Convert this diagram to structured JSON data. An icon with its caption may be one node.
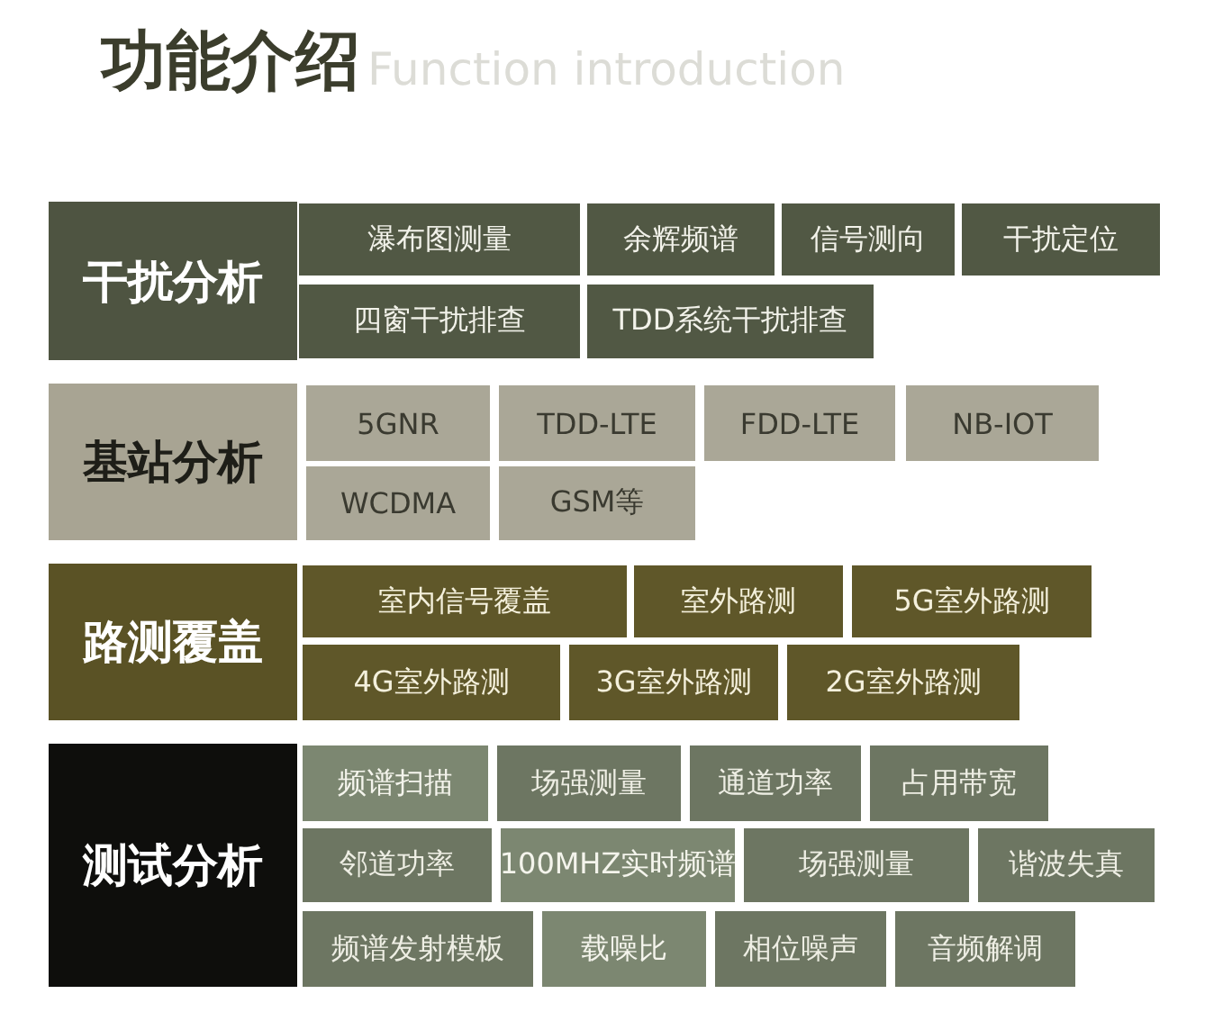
{
  "diagram": {
    "title": "功能介绍",
    "nodes": [
      {
        "text": [
          "干扰分析"
        ]
      },
      {
        "text": [
          "瀑布图测量"
        ]
      },
      {
        "text": [
          "余辉频谱"
        ]
      },
      {
        "text": [
          "信号测向"
        ]
      },
      {
        "text": [
          "干扰定位"
        ]
      },
      {
        "text": [
          "四窗干扰排查"
        ]
      },
      {
        "text": [
          "TDD系统干扰排查"
        ]
      },
      {
        "text": [
          "基站分析"
        ]
      },
      {
        "text": [
          "5GNR"
        ]
      },
      {
        "text": [
          "TDD-LTE"
        ]
      },
      {
        "text": [
          "FDD-LTE"
        ]
      },
      {
        "text": [
          "NB-IOT"
        ]
      },
      {
        "text": [
          "WCDMA"
        ]
      },
      {
        "text": [
          "GSM等"
        ]
      },
      {
        "text": [
          "路测覆盖"
        ]
      },
      {
        "text": [
          "室内信号覆盖"
        ]
      },
      {
        "text": [
          "室外路测"
        ]
      },
      {
        "text": [
          "5G室外路测"
        ]
      },
      {
        "text": [
          "4G室外路测"
        ]
      },
      {
        "text": [
          "3G室外路测"
        ]
      },
      {
        "text": [
          "2G室外路测"
        ]
      },
      {
        "text": [
          "测试分析"
        ]
      },
      {
        "text": [
          "频谱扫描"
        ]
      },
      {
        "text": [
          "场强测量"
        ]
      },
      {
        "text": [
          "通道功率"
        ]
      },
      {
        "text": [
          "占用带宽"
        ]
      },
      {
        "text": [
          "邻道功率"
        ]
      },
      {
        "text": [
          "100MHZ实时频谱"
        ]
      },
      {
        "text": [
          "场强测量"
        ]
      },
      {
        "text": [
          "谐波失真"
        ]
      },
      {
        "text": [
          "频谱发射模板"
        ]
      },
      {
        "text": [
          "载噪比"
        ]
      },
      {
        "text": [
          "相位噪声"
        ]
      },
      {
        "text": [
          "音频解调"
        ]
      }
    ],
    "labels": [
      "Function introduction"
    ]
  }
}
